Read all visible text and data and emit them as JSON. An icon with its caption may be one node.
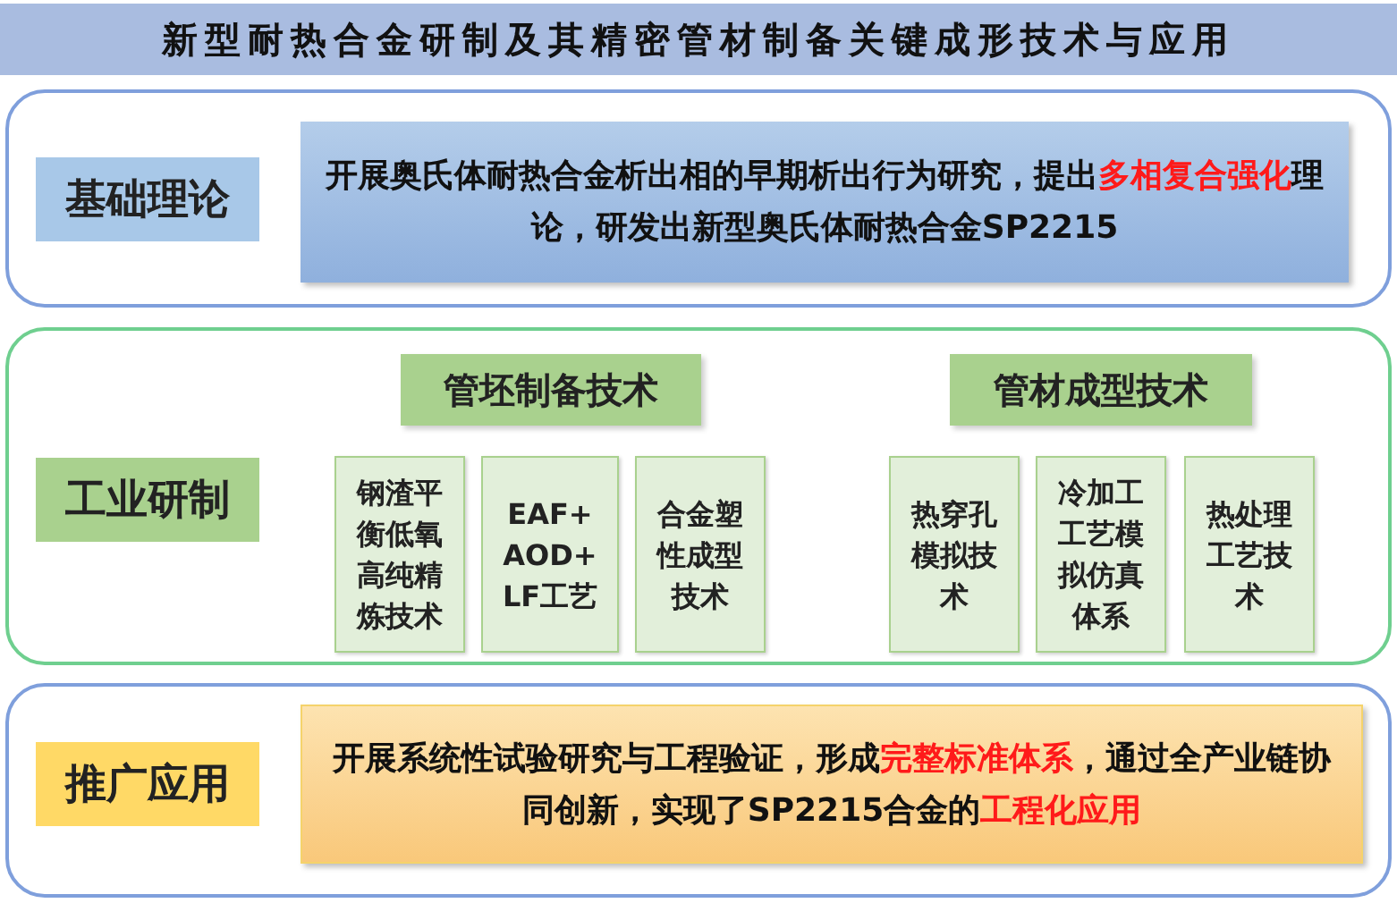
{
  "diagram": {
    "title": "新型耐热合金研制及其精密管材制备关键成形技术与应用",
    "nodes": [
      {
        "text": [],
        "shape": "box"
      },
      {
        "text": [
          "基础理论"
        ],
        "in": 0
      },
      {
        "text": [
          "开展奥氏体耐热合金析出相的早期析出行为研究，提出**多相复合强化**理论，研发出新型奥氏体耐热合金SP2215"
        ],
        "in": 0
      },
      {
        "text": [],
        "shape": "box"
      },
      {
        "text": [
          "工业研制"
        ],
        "in": 3
      },
      {
        "text": [
          "管坯制备技术"
        ],
        "in": 3
      },
      {
        "text": [
          "管材成型技术"
        ],
        "in": 3
      },
      {
        "text": [
          "钢渣平衡低氧高纯精炼技术"
        ],
        "in": 3
      },
      {
        "text": [
          "EAF+ AOD+ LF工艺"
        ],
        "in": 3
      },
      {
        "text": [
          "合金塑性成型技术"
        ],
        "in": 3
      },
      {
        "text": [
          "热穿孔模拟技术"
        ],
        "in": 3
      },
      {
        "text": [
          "冷加工工艺模拟仿真体系"
        ],
        "in": 3
      },
      {
        "text": [
          "热处理工艺技术"
        ],
        "in": 3
      },
      {
        "text": [],
        "shape": "box"
      },
      {
        "text": [
          "推广应用"
        ],
        "in": 13
      },
      {
        "text": [
          "开展系统性试验研究与工程验证，形成**完整标准体系**，通过全产业链协同创新，实现了SP2215合金的**工程化应用**"
        ],
        "in": 13
      }
    ]
  }
}
